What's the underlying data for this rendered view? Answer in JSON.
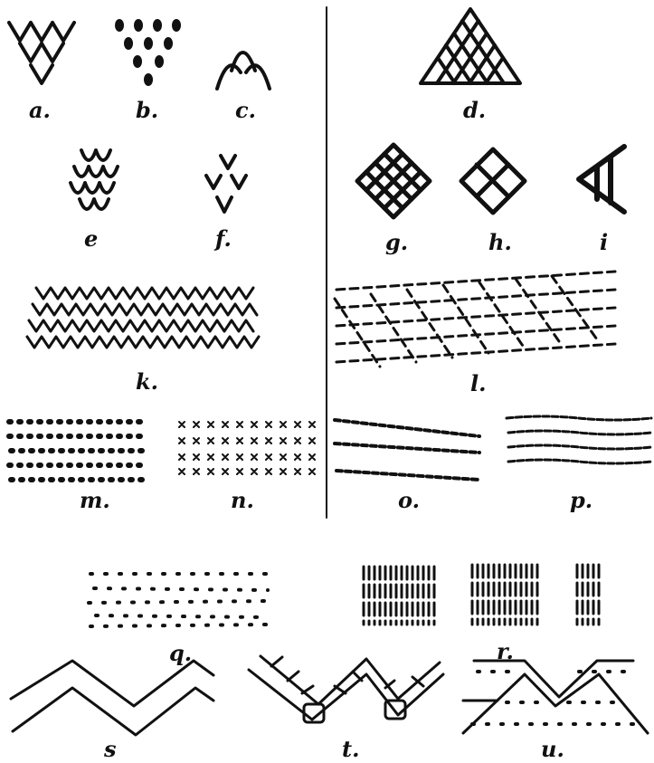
{
  "figure": {
    "labels": [
      "a.",
      "b.",
      "c.",
      "d.",
      "e",
      "f.",
      "g.",
      "h.",
      "i",
      "k.",
      "l.",
      "m.",
      "n.",
      "o.",
      "p.",
      "q.",
      "r.",
      "s",
      "t.",
      "u."
    ]
  }
}
